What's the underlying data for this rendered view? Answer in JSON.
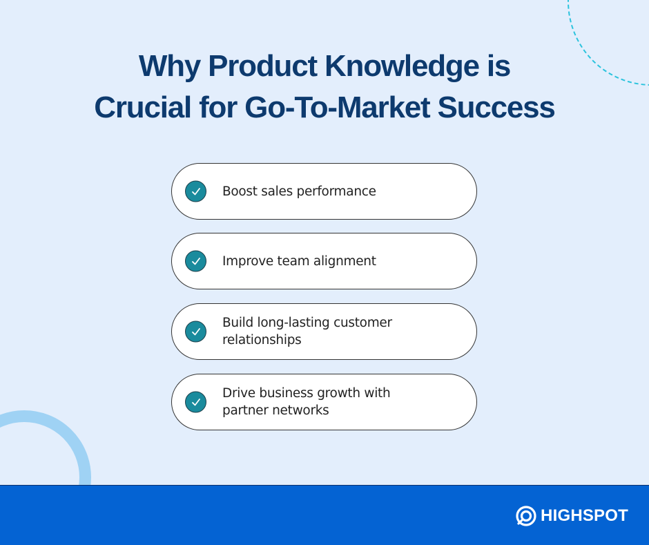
{
  "title": {
    "line1": "Why Product Knowledge is",
    "line2": "Crucial for Go-To-Market Success"
  },
  "items": [
    {
      "icon": "check-circle-icon",
      "label": "Boost sales performance"
    },
    {
      "icon": "check-circle-icon",
      "label": "Improve team alignment"
    },
    {
      "icon": "check-circle-icon",
      "label": "Build long-lasting customer relationships"
    },
    {
      "icon": "check-circle-icon",
      "label": "Drive business growth with partner networks"
    }
  ],
  "footer": {
    "brand": "HIGHSPOT",
    "brand_icon": "highspot-logo-icon"
  },
  "colors": {
    "background": "#e3eefc",
    "title": "#0d3a6e",
    "check": "#1a8b9d",
    "footer": "#0463d3",
    "dashed_arc": "#2bc3dd",
    "ring": "#9fd2f4"
  }
}
